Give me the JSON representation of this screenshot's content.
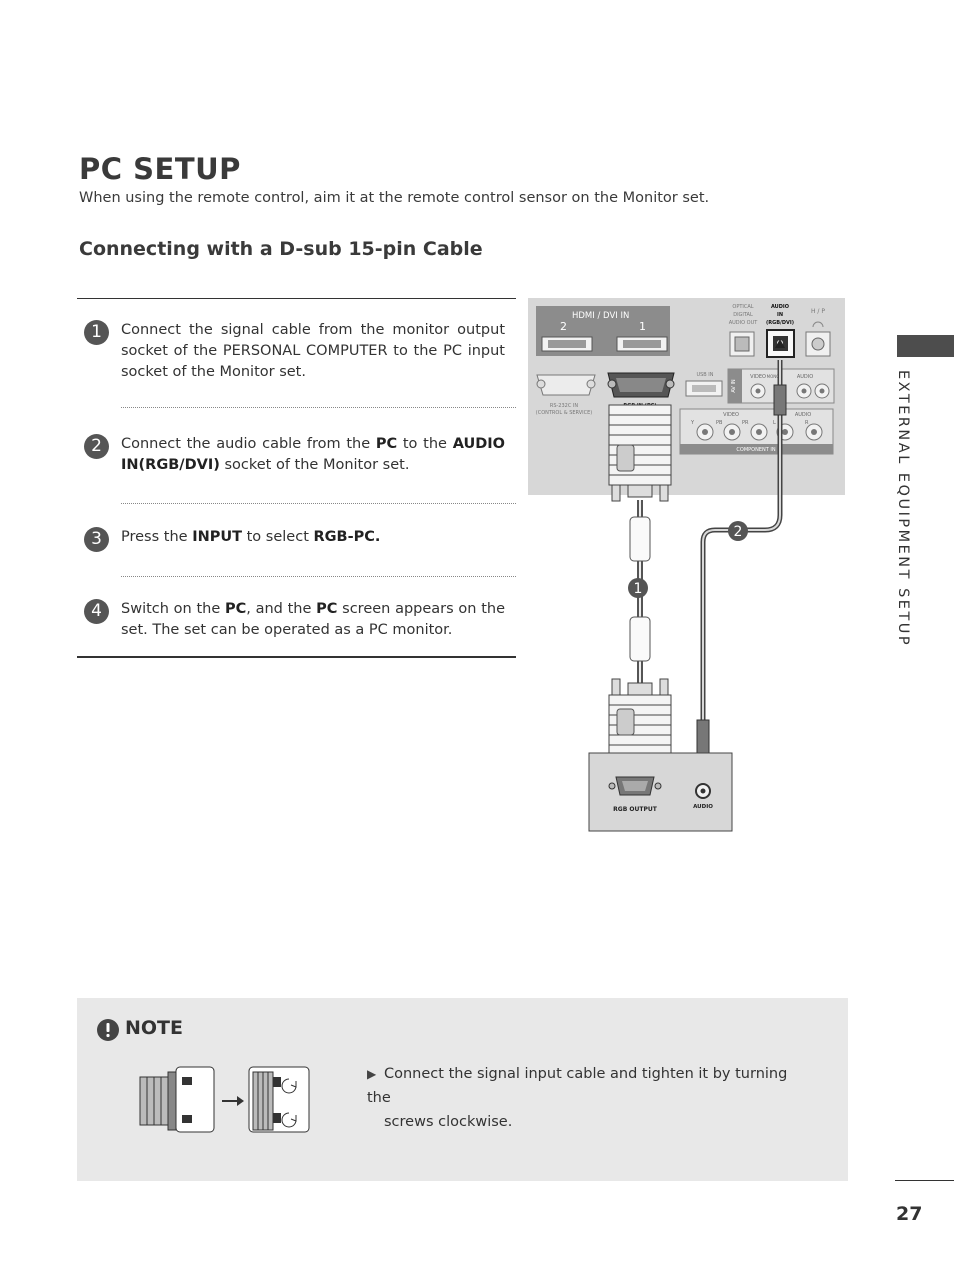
{
  "page": {
    "title": "PC SETUP",
    "subtitle": "When using the remote control, aim it at the remote control sensor on the Monitor set.",
    "section_title": "Connecting with a D-sub 15-pin Cable",
    "side_label": "EXTERNAL EQUIPMENT SETUP",
    "page_number": "27"
  },
  "steps": [
    {
      "num": "1",
      "parts": [
        "Connect the signal cable from the monitor output socket of the PERSONAL COMPUTER to the PC input socket of the Monitor set."
      ]
    },
    {
      "num": "2",
      "parts": [
        "Connect the audio cable from the ",
        "PC",
        " to the ",
        "AUDIO IN(RGB/DVI)",
        " socket of the Monitor set."
      ]
    },
    {
      "num": "3",
      "parts": [
        "Press the ",
        "INPUT",
        " to select ",
        "RGB-PC."
      ]
    },
    {
      "num": "4",
      "parts": [
        "Switch on the ",
        "PC",
        ", and the ",
        "PC",
        " screen appears on the set. The set can be operated as a PC monitor."
      ]
    }
  ],
  "diagram": {
    "hdmi_label": "HDMI / DVI IN",
    "hdmi_port_2": "2",
    "hdmi_port_1": "1",
    "optical_line1": "OPTICAL",
    "optical_line2": "DIGITAL",
    "optical_line3": "AUDIO OUT",
    "audio_in_line1": "AUDIO",
    "audio_in_line2": "IN",
    "audio_in_line3": "(RGB/DVI)",
    "hp_label": "H / P",
    "rs232_line1": "RS-232C IN",
    "rs232_line2": "(CONTROL & SERVICE)",
    "rgb_in": "RGB IN (PC)",
    "usb_in": "USB IN",
    "av_in": "AV IN",
    "video": "VIDEO",
    "audio": "AUDIO",
    "mono": "MONO",
    "y": "Y",
    "pb": "PB",
    "pr": "PR",
    "l": "L",
    "r": "R",
    "component_in": "COMPONENT IN",
    "callout_1": "1",
    "callout_2": "2",
    "pc_rgb_output": "RGB OUTPUT",
    "pc_audio": "AUDIO"
  },
  "note": {
    "title": "NOTE",
    "text_line1": "Connect the signal input cable and tighten it by turning the",
    "text_line2": "screws clockwise."
  },
  "colors": {
    "panel_bg": "#d7d7d7",
    "panel_dark": "#7a7a7a",
    "note_bg": "#e8e8e8",
    "step_badge": "#555555"
  }
}
